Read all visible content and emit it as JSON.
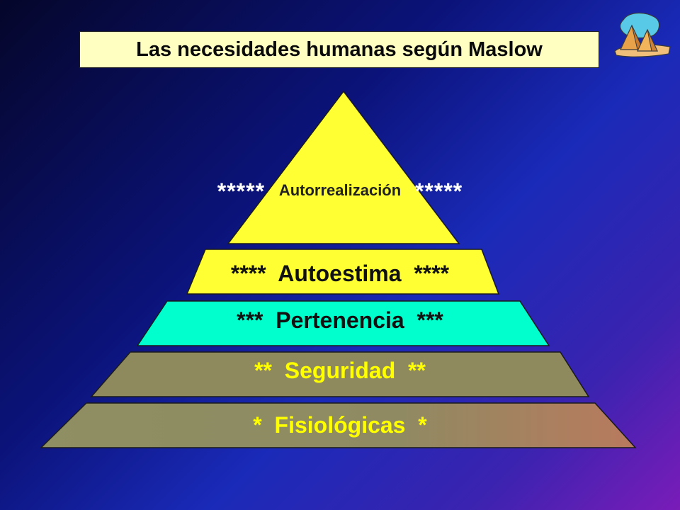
{
  "title": "Las necesidades humanas según Maslow",
  "levels": [
    {
      "left": "*****",
      "label": "Autorrealización",
      "right": "*****",
      "color": "#ffff33",
      "text_color": "#222222"
    },
    {
      "left": "****",
      "label": "Autoestima",
      "right": "****",
      "color": "#ffff33",
      "text_color": "#111111"
    },
    {
      "left": "***",
      "label": "Pertenencia",
      "right": "***",
      "color": "#00ffcc",
      "text_color": "#111111"
    },
    {
      "left": "**",
      "label": "Seguridad",
      "right": "**",
      "color": "#8f8a5e",
      "text_color": "#ffff00"
    },
    {
      "left": "*",
      "label": "Fisiológicas",
      "right": "*",
      "color": "#8f8a5e",
      "text_color": "#ffff00"
    }
  ],
  "logo_icon": "pyramid-clipart-icon"
}
